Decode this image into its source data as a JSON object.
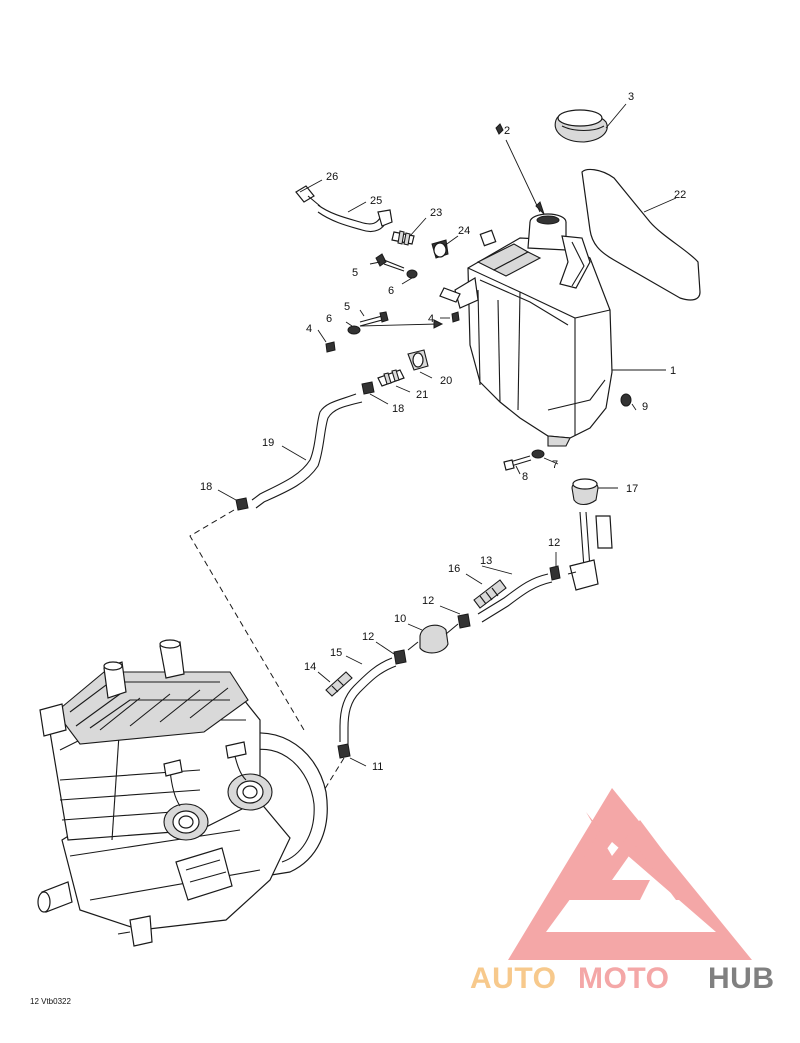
{
  "diagram_code": "12 Vtb0322",
  "callouts": [
    {
      "id": "c1",
      "text": "1"
    },
    {
      "id": "c2",
      "text": "2"
    },
    {
      "id": "c3",
      "text": "3"
    },
    {
      "id": "c4a",
      "text": "4"
    },
    {
      "id": "c4b",
      "text": "4"
    },
    {
      "id": "c5a",
      "text": "5"
    },
    {
      "id": "c5b",
      "text": "5"
    },
    {
      "id": "c6a",
      "text": "6"
    },
    {
      "id": "c6b",
      "text": "6"
    },
    {
      "id": "c7",
      "text": "7"
    },
    {
      "id": "c8",
      "text": "8"
    },
    {
      "id": "c9",
      "text": "9"
    },
    {
      "id": "c10",
      "text": "10"
    },
    {
      "id": "c11",
      "text": "11"
    },
    {
      "id": "c12a",
      "text": "12"
    },
    {
      "id": "c12b",
      "text": "12"
    },
    {
      "id": "c12c",
      "text": "12"
    },
    {
      "id": "c13",
      "text": "13"
    },
    {
      "id": "c14",
      "text": "14"
    },
    {
      "id": "c15",
      "text": "15"
    },
    {
      "id": "c16",
      "text": "16"
    },
    {
      "id": "c17",
      "text": "17"
    },
    {
      "id": "c18a",
      "text": "18"
    },
    {
      "id": "c18b",
      "text": "18"
    },
    {
      "id": "c19",
      "text": "19"
    },
    {
      "id": "c20",
      "text": "20"
    },
    {
      "id": "c21",
      "text": "21"
    },
    {
      "id": "c22",
      "text": "22"
    },
    {
      "id": "c23",
      "text": "23"
    },
    {
      "id": "c24",
      "text": "24"
    },
    {
      "id": "c25",
      "text": "25"
    },
    {
      "id": "c26",
      "text": "26"
    }
  ],
  "watermark": {
    "part1": "AUTO",
    "part2": "MOTO",
    "part3": "HUB",
    "color_primary": "#f4a7a7",
    "color_secondary": "#f7c98c",
    "color_dark": "#808080"
  }
}
